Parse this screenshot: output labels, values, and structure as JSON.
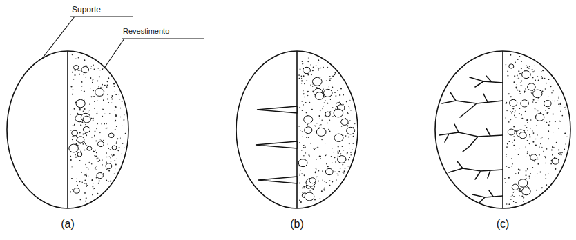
{
  "diagram": {
    "labels": [
      "Suporte",
      "Revestimento",
      "(a)",
      "(b)",
      "(c)"
    ]
  }
}
